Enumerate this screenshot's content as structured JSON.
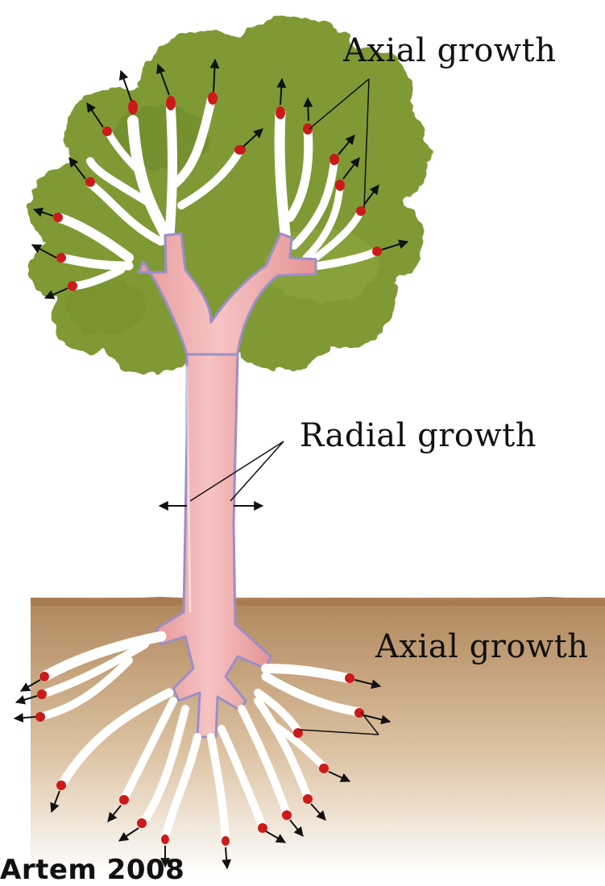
{
  "labels": {
    "axial_top": "Axial growth",
    "radial": "Radial growth",
    "axial_bottom": "Axial growth",
    "caption": "Artem 2008"
  },
  "colors": {
    "foliage": "#7f9a34",
    "foliage_dark": "#6a8428",
    "soil_top": "#b48a5f",
    "soil_bottom": "#ffffff",
    "trunk_fill": "#f0a9a9",
    "trunk_edge": "#9b8ec9",
    "branch": "#ffffff",
    "meristem_tip": "#cc1a1a",
    "arrow": "#111111"
  },
  "icons": {
    "tree": "tree-diagram-icon"
  }
}
